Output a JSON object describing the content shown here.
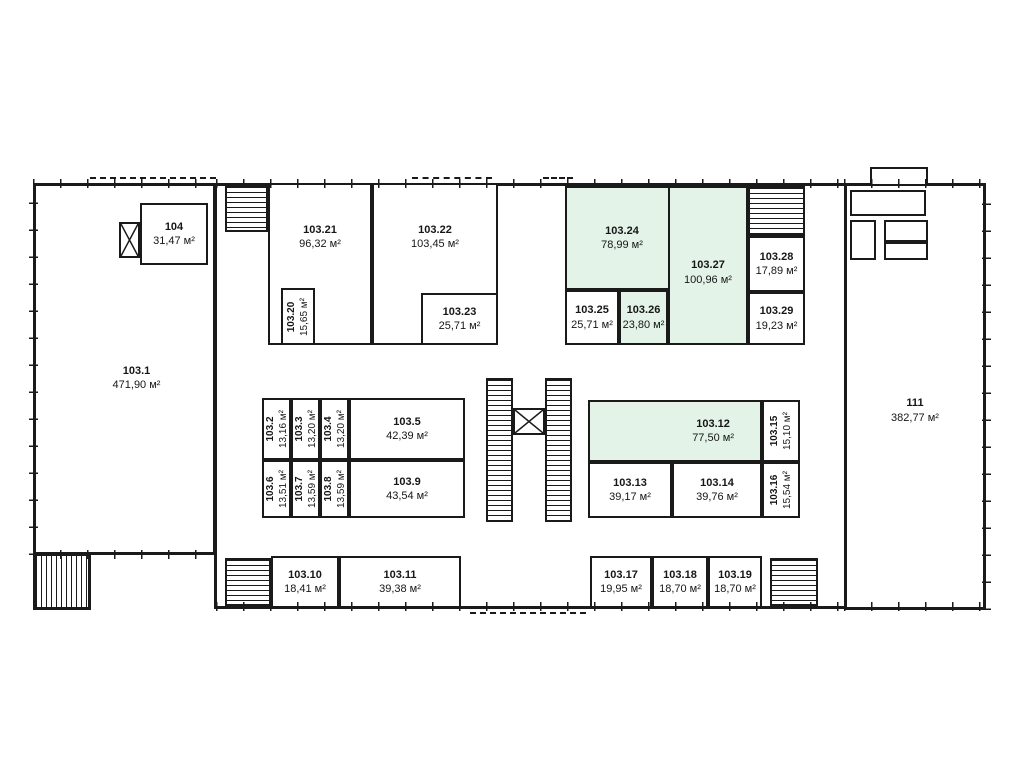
{
  "plan": {
    "type": "floor-plan",
    "wall_color": "#1a1a1a",
    "highlight_color": "#e4f3e8",
    "area_unit": "м²"
  },
  "rooms": [
    {
      "id": "103.1",
      "area": "471,90 м²",
      "highlighted": false
    },
    {
      "id": "104",
      "area": "31,47 м²",
      "highlighted": false
    },
    {
      "id": "103.20",
      "area": "15,65 м²",
      "highlighted": false
    },
    {
      "id": "103.21",
      "area": "96,32 м²",
      "highlighted": false
    },
    {
      "id": "103.22",
      "area": "103,45 м²",
      "highlighted": false
    },
    {
      "id": "103.23",
      "area": "25,71 м²",
      "highlighted": false
    },
    {
      "id": "103.24",
      "area": "78,99 м²",
      "highlighted": true
    },
    {
      "id": "103.25",
      "area": "25,71 м²",
      "highlighted": false
    },
    {
      "id": "103.26",
      "area": "23,80 м²",
      "highlighted": true
    },
    {
      "id": "103.27",
      "area": "100,96 м²",
      "highlighted": true
    },
    {
      "id": "103.28",
      "area": "17,89 м²",
      "highlighted": false
    },
    {
      "id": "103.29",
      "area": "19,23 м²",
      "highlighted": false
    },
    {
      "id": "103.2",
      "area": "13,16 м²",
      "highlighted": false
    },
    {
      "id": "103.3",
      "area": "13,20 м²",
      "highlighted": false
    },
    {
      "id": "103.4",
      "area": "13,20 м²",
      "highlighted": false
    },
    {
      "id": "103.5",
      "area": "42,39 м²",
      "highlighted": false
    },
    {
      "id": "103.6",
      "area": "13,51 м²",
      "highlighted": false
    },
    {
      "id": "103.7",
      "area": "13,59 м²",
      "highlighted": false
    },
    {
      "id": "103.8",
      "area": "13,59 м²",
      "highlighted": false
    },
    {
      "id": "103.9",
      "area": "43,54 м²",
      "highlighted": false
    },
    {
      "id": "103.12",
      "area": "77,50 м²",
      "highlighted": true
    },
    {
      "id": "103.15",
      "area": "15,10 м²",
      "highlighted": false
    },
    {
      "id": "103.13",
      "area": "39,17 м²",
      "highlighted": false
    },
    {
      "id": "103.14",
      "area": "39,76 м²",
      "highlighted": false
    },
    {
      "id": "103.16",
      "area": "15,54 м²",
      "highlighted": false
    },
    {
      "id": "103.10",
      "area": "18,41 м²",
      "highlighted": false
    },
    {
      "id": "103.11",
      "area": "39,38 м²",
      "highlighted": false
    },
    {
      "id": "103.17",
      "area": "19,95 м²",
      "highlighted": false
    },
    {
      "id": "103.18",
      "area": "18,70 м²",
      "highlighted": false
    },
    {
      "id": "103.19",
      "area": "18,70 м²",
      "highlighted": false
    },
    {
      "id": "111",
      "area": "382,77 м²",
      "highlighted": false
    }
  ]
}
